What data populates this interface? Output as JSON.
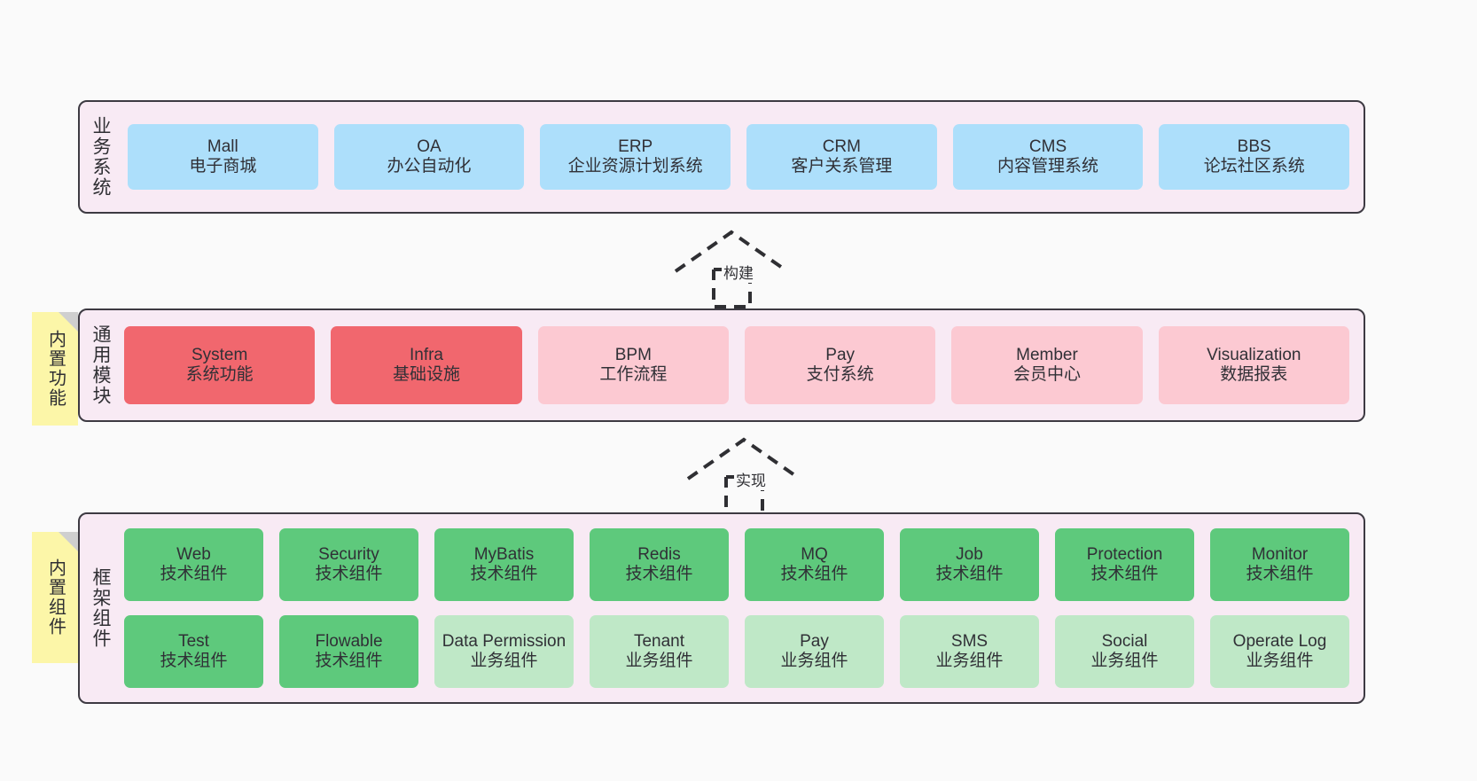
{
  "diagram": {
    "background_color": "#fafafa",
    "layer_panel_color": "#f8eaf4",
    "layer_border_color": "#3d3a42",
    "sticky_color": "#fcf6a8"
  },
  "layers": [
    {
      "id": "business",
      "title": "业务系统",
      "color": "#addffb",
      "rows": [
        {
          "cells": [
            {
              "en": "Mall",
              "cn": "电子商城",
              "color": "#addffb"
            },
            {
              "en": "OA",
              "cn": "办公自动化",
              "color": "#addffb"
            },
            {
              "en": "ERP",
              "cn": "企业资源计划系统",
              "color": "#addffb"
            },
            {
              "en": "CRM",
              "cn": "客户关系管理",
              "color": "#addffb"
            },
            {
              "en": "CMS",
              "cn": "内容管理系统",
              "color": "#addffb"
            },
            {
              "en": "BBS",
              "cn": "论坛社区系统",
              "color": "#addffb"
            }
          ]
        }
      ]
    },
    {
      "id": "common",
      "title": "通用模块",
      "sticky": "内置功能",
      "rows": [
        {
          "cells": [
            {
              "en": "System",
              "cn": "系统功能",
              "color": "#f1676e"
            },
            {
              "en": "Infra",
              "cn": "基础设施",
              "color": "#f1676e"
            },
            {
              "en": "BPM",
              "cn": "工作流程",
              "color": "#fcc9d2"
            },
            {
              "en": "Pay",
              "cn": "支付系统",
              "color": "#fcc9d2"
            },
            {
              "en": "Member",
              "cn": "会员中心",
              "color": "#fcc9d2"
            },
            {
              "en": "Visualization",
              "cn": "数据报表",
              "color": "#fcc9d2"
            }
          ]
        }
      ]
    },
    {
      "id": "framework",
      "title": "框架组件",
      "sticky": "内置组件",
      "rows": [
        {
          "cells": [
            {
              "en": "Web",
              "cn": "技术组件",
              "color": "#5ec97c"
            },
            {
              "en": "Security",
              "cn": "技术组件",
              "color": "#5ec97c"
            },
            {
              "en": "MyBatis",
              "cn": "技术组件",
              "color": "#5ec97c"
            },
            {
              "en": "Redis",
              "cn": "技术组件",
              "color": "#5ec97c"
            },
            {
              "en": "MQ",
              "cn": "技术组件",
              "color": "#5ec97c"
            },
            {
              "en": "Job",
              "cn": "技术组件",
              "color": "#5ec97c"
            },
            {
              "en": "Protection",
              "cn": "技术组件",
              "color": "#5ec97c"
            },
            {
              "en": "Monitor",
              "cn": "技术组件",
              "color": "#5ec97c"
            }
          ]
        },
        {
          "cells": [
            {
              "en": "Test",
              "cn": "技术组件",
              "color": "#5ec97c"
            },
            {
              "en": "Flowable",
              "cn": "技术组件",
              "color": "#5ec97c"
            },
            {
              "en": "Data Permission",
              "cn": "业务组件",
              "color": "#bfe8c7"
            },
            {
              "en": "Tenant",
              "cn": "业务组件",
              "color": "#bfe8c7"
            },
            {
              "en": "Pay",
              "cn": "业务组件",
              "color": "#bfe8c7"
            },
            {
              "en": "SMS",
              "cn": "业务组件",
              "color": "#bfe8c7"
            },
            {
              "en": "Social",
              "cn": "业务组件",
              "color": "#bfe8c7"
            },
            {
              "en": "Operate Log",
              "cn": "业务组件",
              "color": "#bfe8c7"
            }
          ]
        }
      ]
    }
  ],
  "connectors": [
    {
      "id": "build",
      "label": "构建",
      "style": "dashed-generalization-up"
    },
    {
      "id": "impl",
      "label": "实现",
      "style": "dashed-generalization-up"
    }
  ]
}
